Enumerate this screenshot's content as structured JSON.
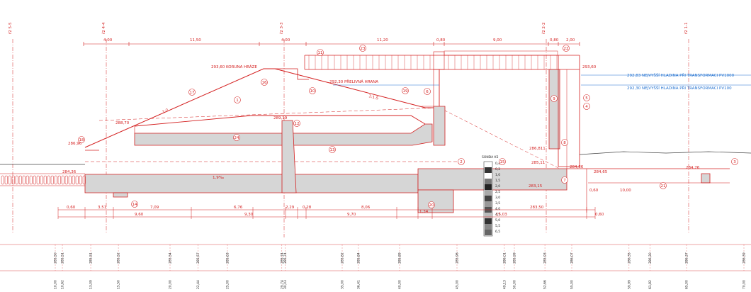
{
  "colors": {
    "line": "#d42020",
    "water": "#1e6fd0",
    "concrete": "#d6d6d6",
    "terrain": "#444444"
  },
  "axes": [
    {
      "label": "ř2 5-5",
      "name": "section-axis-5"
    },
    {
      "label": "ř2 4-4",
      "name": "section-axis-4"
    },
    {
      "label": "ř2 3-3",
      "name": "section-axis-3"
    },
    {
      "label": "ř2 2-2",
      "name": "section-axis-2"
    },
    {
      "label": "ř2 1-1",
      "name": "section-axis-1"
    }
  ],
  "top_dims": [
    "4,00",
    "11,50",
    "4,00",
    "11,20",
    "0,80",
    "9,00",
    "0,80",
    "2,00"
  ],
  "bottom_dims_a": [
    "0,60",
    "3,51",
    "7,09",
    "6,76",
    "2,29",
    "0,28",
    "8,06",
    "1,34",
    "10,00",
    "0,60"
  ],
  "bottom_dims_b": [
    "9,60",
    "9,30",
    "9,70",
    "15,03",
    "0,60"
  ],
  "elevation_notes": {
    "crest": "293,60 KORUNA HRÁZE",
    "spillway": "292,30 PŘELIVNÁ HRANA",
    "wl_1000": "292,83 NEJVYŠŠÍ HLADINA PŘI TRANSFORMACI PV1000",
    "wl_100": "292,30 NEJVYŠŠÍ HLADINA PŘI TRANSFORMACI PV100",
    "sonda": "SONDA K5",
    "e1": "293,60",
    "e2": "288,70",
    "e3": "289,19",
    "e4": "286,96",
    "e5": "284,36",
    "e6": "286,811",
    "e7": "285,11",
    "e8": "284,86",
    "e9": "284,65",
    "e10": "283,15",
    "e11": "283,50",
    "e12": "284,76",
    "e13": "1,9‰",
    "e14": "1:2",
    "e15": "1:1,5"
  },
  "sonda_depths": [
    "0,4",
    "0,2",
    "1,0",
    "1,5",
    "2,0",
    "2,5",
    "3,0",
    "3,5",
    "4,0",
    "4,5",
    "5,0",
    "5,5",
    "6,5"
  ],
  "callouts": [
    "1",
    "2",
    "3",
    "4",
    "5",
    "6",
    "7",
    "8",
    "9",
    "10",
    "11",
    "12",
    "13",
    "14",
    "15",
    "16",
    "17",
    "18",
    "19",
    "20",
    "21",
    "22",
    "23",
    "24"
  ],
  "stations": [
    {
      "elev": "285,50",
      "chain": "10,00"
    },
    {
      "elev": "285,51",
      "chain": "10,62"
    },
    {
      "elev": "285,51",
      "chain": "13,09"
    },
    {
      "elev": "285,52",
      "chain": "15,50"
    },
    {
      "elev": "285,54",
      "chain": "20,00"
    },
    {
      "elev": "285,57",
      "chain": "22,44"
    },
    {
      "elev": "285,63",
      "chain": "25,00"
    },
    {
      "elev": "285,74",
      "chain": "29,74"
    },
    {
      "elev": "285,74",
      "chain": "30,03"
    },
    {
      "elev": "285,82",
      "chain": "35,00"
    },
    {
      "elev": "285,84",
      "chain": "36,41"
    },
    {
      "elev": "285,89",
      "chain": "40,00"
    },
    {
      "elev": "285,96",
      "chain": "45,00"
    },
    {
      "elev": "286,01",
      "chain": "49,13"
    },
    {
      "elev": "285,99",
      "chain": "50,00"
    },
    {
      "elev": "285,93",
      "chain": "52,66"
    },
    {
      "elev": "286,07",
      "chain": "55,00"
    },
    {
      "elev": "286,35",
      "chain": "59,99"
    },
    {
      "elev": "286,30",
      "chain": "61,82"
    },
    {
      "elev": "286,37",
      "chain": "65,00"
    },
    {
      "elev": "286,39",
      "chain": "70,00"
    }
  ]
}
